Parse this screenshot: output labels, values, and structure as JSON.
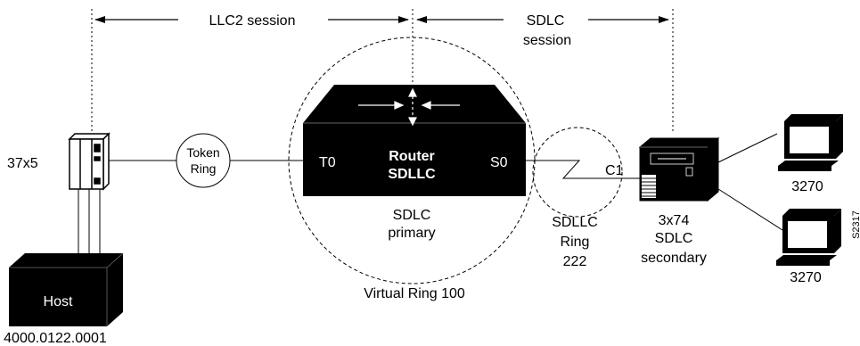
{
  "sessions": {
    "llc2": "LLC2 session",
    "sdlc_line1": "SDLC",
    "sdlc_line2": "session"
  },
  "fep": {
    "label": "37x5"
  },
  "host": {
    "label": "Host",
    "address": "4000.0122.0001"
  },
  "token_ring": {
    "line1": "Token",
    "line2": "Ring"
  },
  "router": {
    "port_left": "T0",
    "port_right": "S0",
    "name_line1": "Router",
    "name_line2": "SDLLC",
    "role_line1": "SDLC",
    "role_line2": "primary"
  },
  "virtual_ring": {
    "label": "Virtual Ring 100"
  },
  "sdllc_ring": {
    "line1": "SDLLC",
    "line2": "Ring",
    "line3": "222"
  },
  "controller": {
    "address": "C1",
    "line1": "3x74",
    "line2": "SDLC",
    "line3": "secondary"
  },
  "terminals": [
    {
      "label": "3270"
    },
    {
      "label": "3270"
    }
  ],
  "figure_id": "S2317"
}
